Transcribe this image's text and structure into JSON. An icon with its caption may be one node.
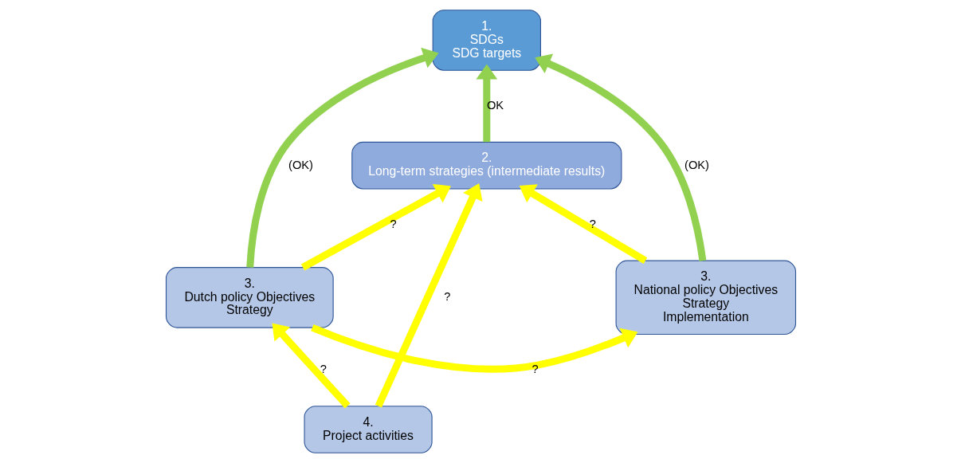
{
  "diagram": {
    "nodes": [
      {
        "text": [
          "1.",
          "SDGs",
          "SDG targets"
        ]
      },
      {
        "text": [
          "2.",
          "Long-term strategies (intermediate results)"
        ]
      },
      {
        "text": [
          "3.",
          "National policy Objectives",
          "Strategy",
          "Implementation"
        ]
      },
      {
        "text": [
          "3.",
          "Dutch policy Objectives",
          "Strategy"
        ]
      },
      {
        "text": [
          "4.",
          "Project activities"
        ]
      }
    ],
    "edges": [
      {
        "from": 1,
        "to": 0,
        "arrow": "to",
        "label": "OK",
        "color": "#92d050"
      },
      {
        "from": 2,
        "to": 0,
        "arrow": "to",
        "label": "(OK)",
        "color": "#92d050"
      },
      {
        "from": 3,
        "to": 0,
        "arrow": "to",
        "label": "(OK)",
        "color": "#92d050"
      },
      {
        "from": 2,
        "to": 1,
        "arrow": "to",
        "label": "?"
      },
      {
        "from": 3,
        "to": 1,
        "arrow": "to",
        "label": "?"
      },
      {
        "from": 3,
        "to": 2,
        "arrow": "to",
        "label": "?"
      },
      {
        "from": 4,
        "to": 1,
        "arrow": "to",
        "label": "?"
      },
      {
        "from": 4,
        "to": 3,
        "arrow": "to",
        "label": "?"
      }
    ]
  }
}
